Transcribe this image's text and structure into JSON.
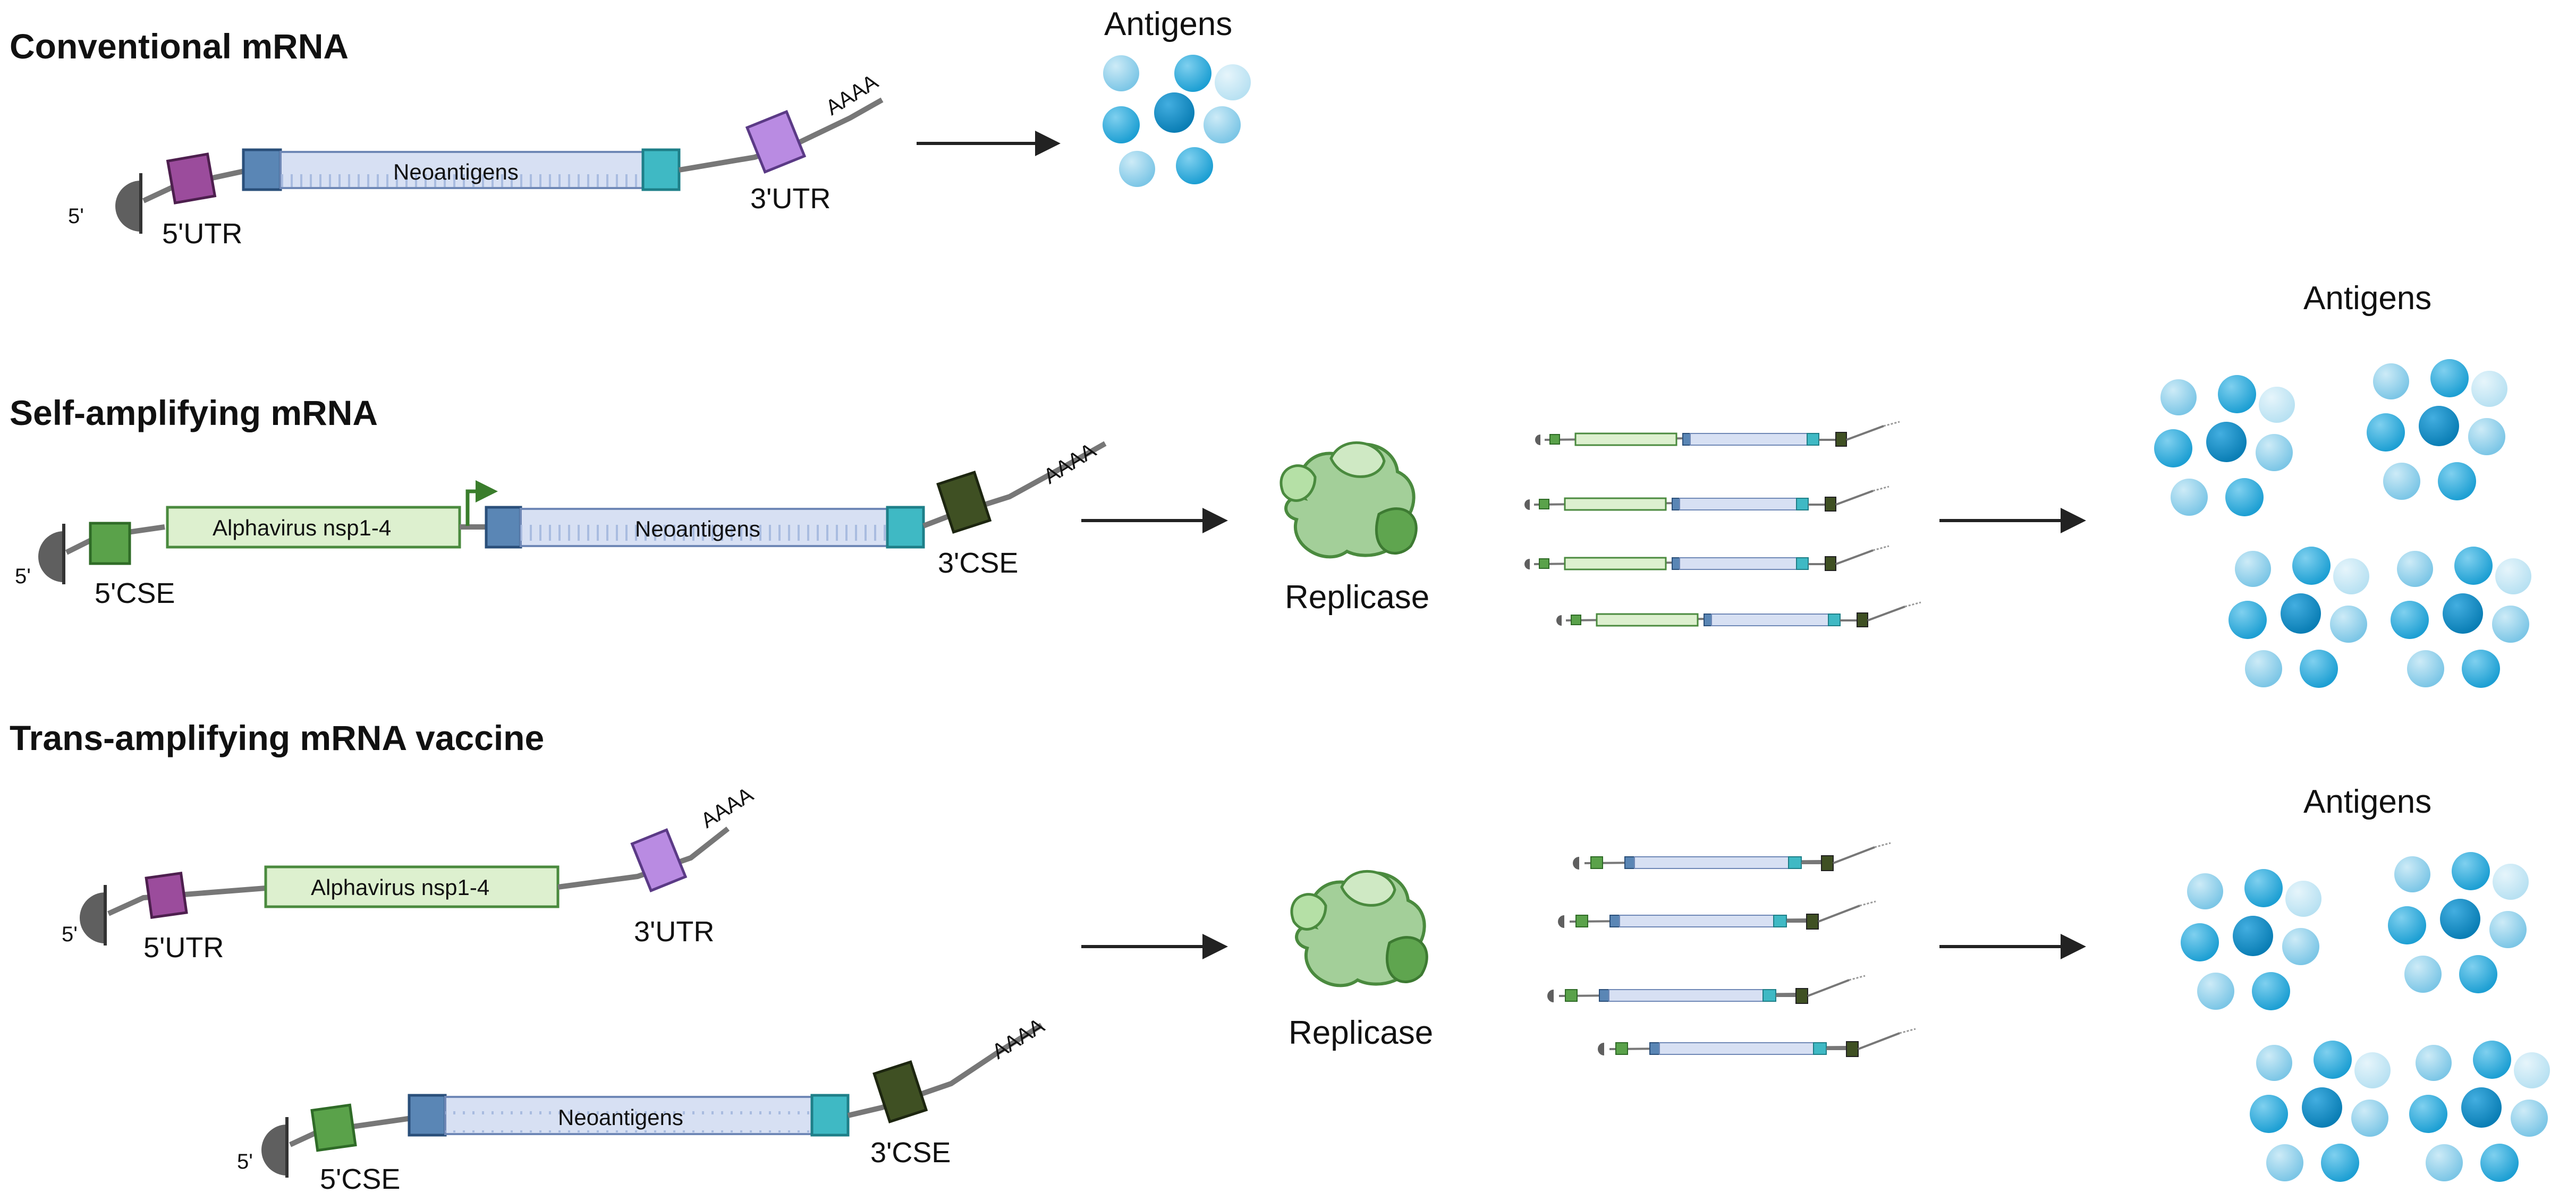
{
  "sections": {
    "conventional": {
      "title": "Conventional mRNA",
      "five_prime": "5'",
      "utr5": "5'UTR",
      "neoantigens": "Neoantigens",
      "utr3": "3'UTR",
      "poly_a": "AAAA",
      "antigens": "Antigens"
    },
    "self_amplifying": {
      "title": "Self-amplifying mRNA",
      "five_prime": "5'",
      "cse5": "5'CSE",
      "nsp": "Alphavirus nsp1-4",
      "neoantigens": "Neoantigens",
      "cse3": "3'CSE",
      "poly_a": "AAAA",
      "replicase": "Replicase",
      "antigens": "Antigens"
    },
    "trans_amplifying": {
      "title": "Trans-amplifying mRNA vaccine",
      "five_prime": "5'",
      "utr5": "5'UTR",
      "nsp": "Alphavirus nsp1-4",
      "utr3": "3'UTR",
      "poly_a": "AAAA",
      "five_prime_2": "5'",
      "cse5": "5'CSE",
      "neoantigens": "Neoantigens",
      "cse3": "3'CSE",
      "poly_a_2": "AAAA",
      "replicase": "Replicase",
      "antigens": "Antigens"
    }
  },
  "colors": {
    "backbone": "#777777",
    "cap": "#5f5f5f",
    "utr5": "#9b4c9c",
    "utr3": "#b98be2",
    "cse5": "#5aa24a",
    "cse3": "#3f5023",
    "neo_start": "#5a86b5",
    "neo_end": "#3fb9c4",
    "neo_body": "#d7e0f3",
    "nsp_body": "#ddf0cf",
    "antigen_light": "#8fd0ea",
    "antigen_mid": "#3fb0dc",
    "antigen_dark": "#138ec2",
    "replicase": "#8fc79a"
  }
}
